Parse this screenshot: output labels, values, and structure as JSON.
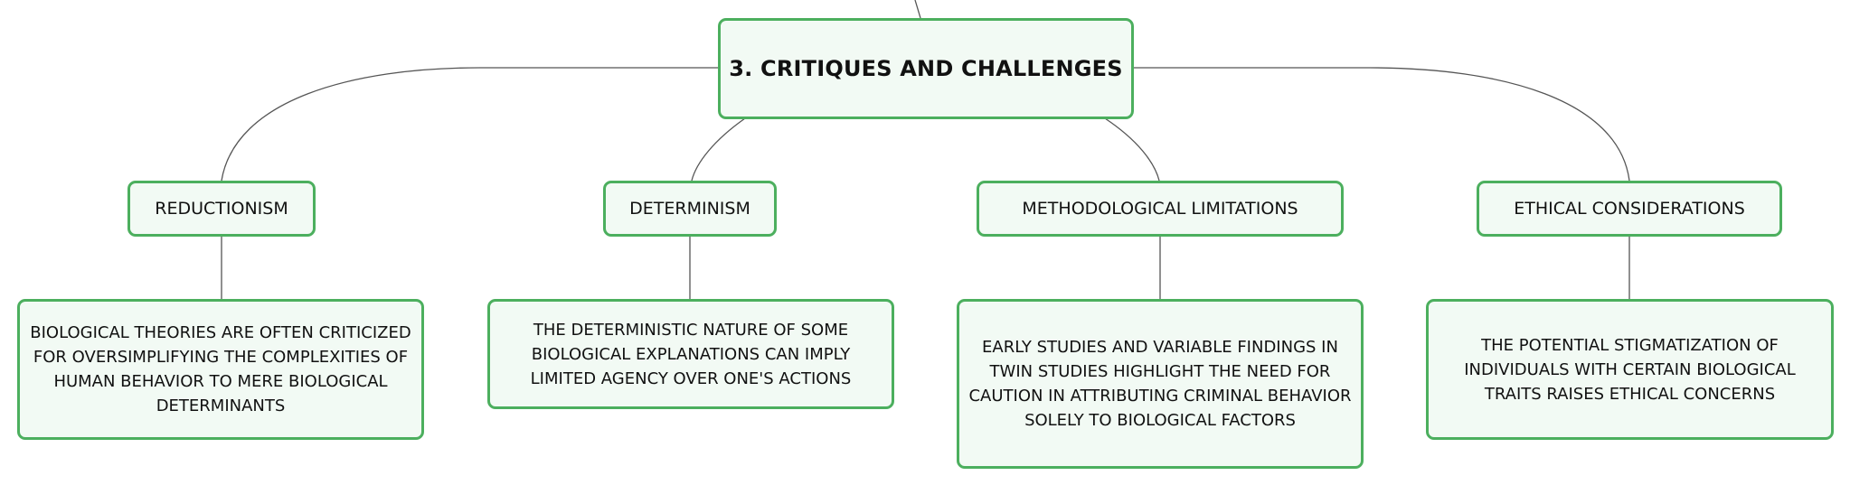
{
  "root": {
    "label": "3. CRITIQUES AND CHALLENGES"
  },
  "topics": [
    {
      "label": "REDUCTIONISM",
      "description": "BIOLOGICAL THEORIES ARE OFTEN CRITICIZED FOR OVERSIMPLIFYING THE COMPLEXITIES OF HUMAN BEHAVIOR TO MERE BIOLOGICAL DETERMINANTS"
    },
    {
      "label": "DETERMINISM",
      "description": "THE DETERMINISTIC NATURE OF SOME BIOLOGICAL EXPLANATIONS CAN IMPLY LIMITED AGENCY OVER ONE'S ACTIONS"
    },
    {
      "label": "METHODOLOGICAL LIMITATIONS",
      "description": "EARLY STUDIES AND VARIABLE FINDINGS IN TWIN STUDIES HIGHLIGHT THE NEED FOR CAUTION IN ATTRIBUTING CRIMINAL BEHAVIOR SOLELY TO BIOLOGICAL FACTORS"
    },
    {
      "label": "ETHICAL CONSIDERATIONS",
      "description": "THE POTENTIAL STIGMATIZATION OF INDIVIDUALS WITH CERTAIN BIOLOGICAL TRAITS RAISES ETHICAL CONCERNS"
    }
  ],
  "colors": {
    "node_border": "#4caf5e",
    "node_fill": "#f2faf4",
    "connector": "#555555",
    "text": "#111111"
  }
}
